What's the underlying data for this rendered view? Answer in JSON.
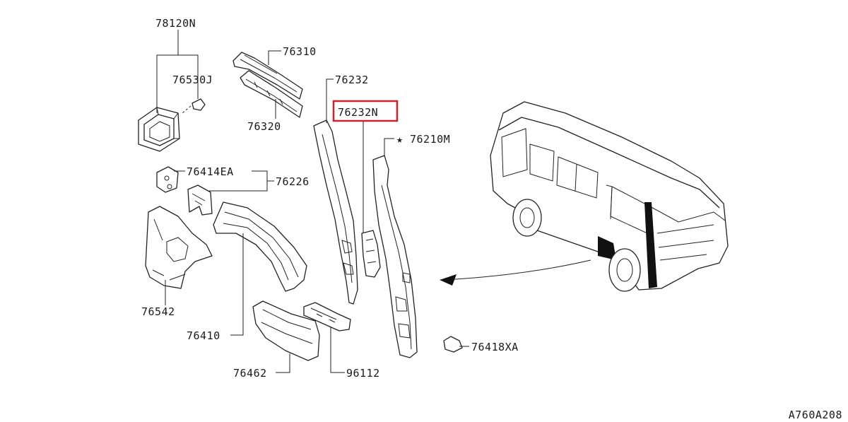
{
  "diagram": {
    "labels": {
      "p78120N": "78120N",
      "p76530J": "76530J",
      "p76310": "76310",
      "p76320": "76320",
      "p76232": "76232",
      "p76232N": "76232N",
      "p76210M": "76210M",
      "p76414EA": "76414EA",
      "p76226": "76226",
      "p76542": "76542",
      "p76410": "76410",
      "p76462": "76462",
      "p96112": "96112",
      "p76418XA": "76418XA"
    },
    "star_symbol": "★",
    "figure_code": "A760A208",
    "highlight_color": "#d0202a",
    "line_color": "#222222"
  }
}
